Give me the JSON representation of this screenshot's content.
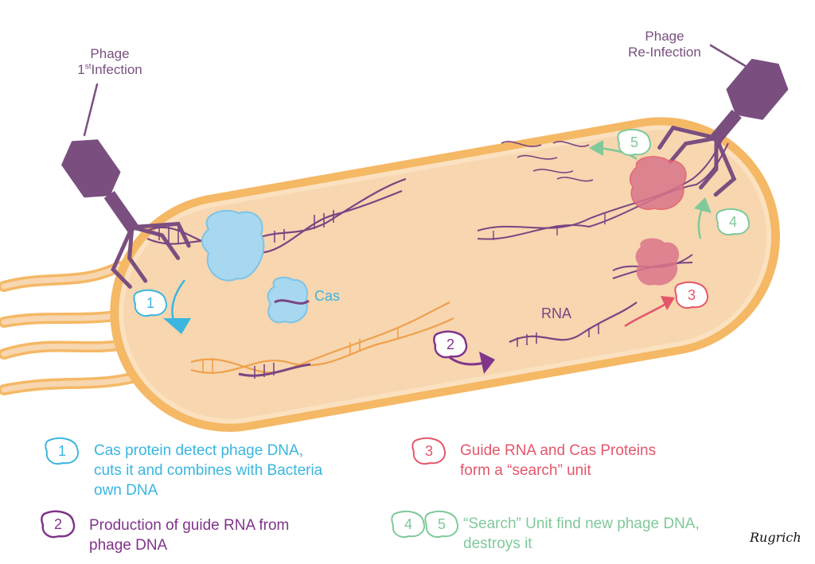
{
  "labels": {
    "phage_first_line1": "Phage",
    "phage_first_line2_num": "1",
    "phage_first_line2_sup": "st",
    "phage_first_line2_rest": "Infection",
    "phage_reinfect_line1": "Phage",
    "phage_reinfect_line2": "Re-Infection",
    "cas": "Cas",
    "rna": "RNA"
  },
  "steps": [
    {
      "num": "1",
      "text": "Cas protein detect phage DNA,\ncuts it and combines with Bacteria\nown DNA"
    },
    {
      "num": "2",
      "text": "Production of guide RNA from\nphage DNA"
    },
    {
      "num": "3",
      "text": "Guide RNA and Cas Proteins\nform a “search” unit"
    },
    {
      "num": "4",
      "text": ""
    },
    {
      "num": "5",
      "text": "“Search” Unit find new phage DNA,\ndestroys it"
    }
  ],
  "colors": {
    "cell_fill": "#f7d6b0",
    "cell_border": "#f5b865",
    "phage": "#7a4f80",
    "step1": "#3ab6e0",
    "step2": "#80348a",
    "step3": "#e4566a",
    "step45": "#7fc99a",
    "cas_protein": "#a8d8f0",
    "search_unit": "#d9748a",
    "dna_purple": "#7a4583",
    "dna_orange": "#f0a04b"
  },
  "signature": "Rugrich"
}
